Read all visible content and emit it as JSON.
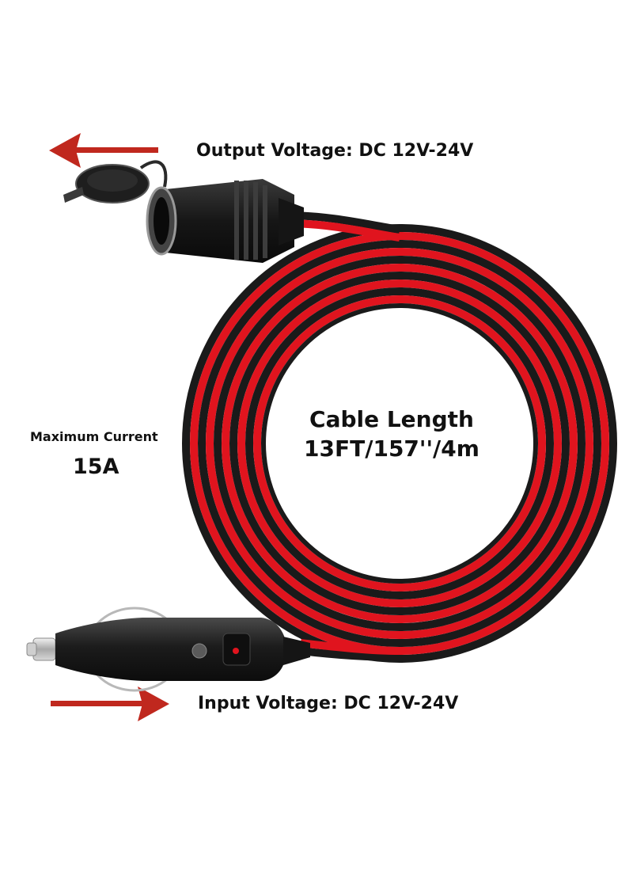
{
  "labels": {
    "output_voltage": "Output Voltage: DC 12V-24V",
    "input_voltage": "Input Voltage: DC 12V-24V",
    "max_current_label": "Maximum Current",
    "max_current_value": "15A",
    "cable_length_title": "Cable Length",
    "cable_length_value": "13FT/157''/4m"
  },
  "colors": {
    "arrow": "#c0281e",
    "wire_red": "#e0141e",
    "wire_black": "#1a1a1a",
    "plug_body": "#202020",
    "background": "#ffffff"
  },
  "icons": {
    "output_arrow": "arrow-left-icon",
    "input_arrow": "arrow-right-icon",
    "socket": "cigarette-socket-icon",
    "plug": "cigarette-plug-icon"
  }
}
